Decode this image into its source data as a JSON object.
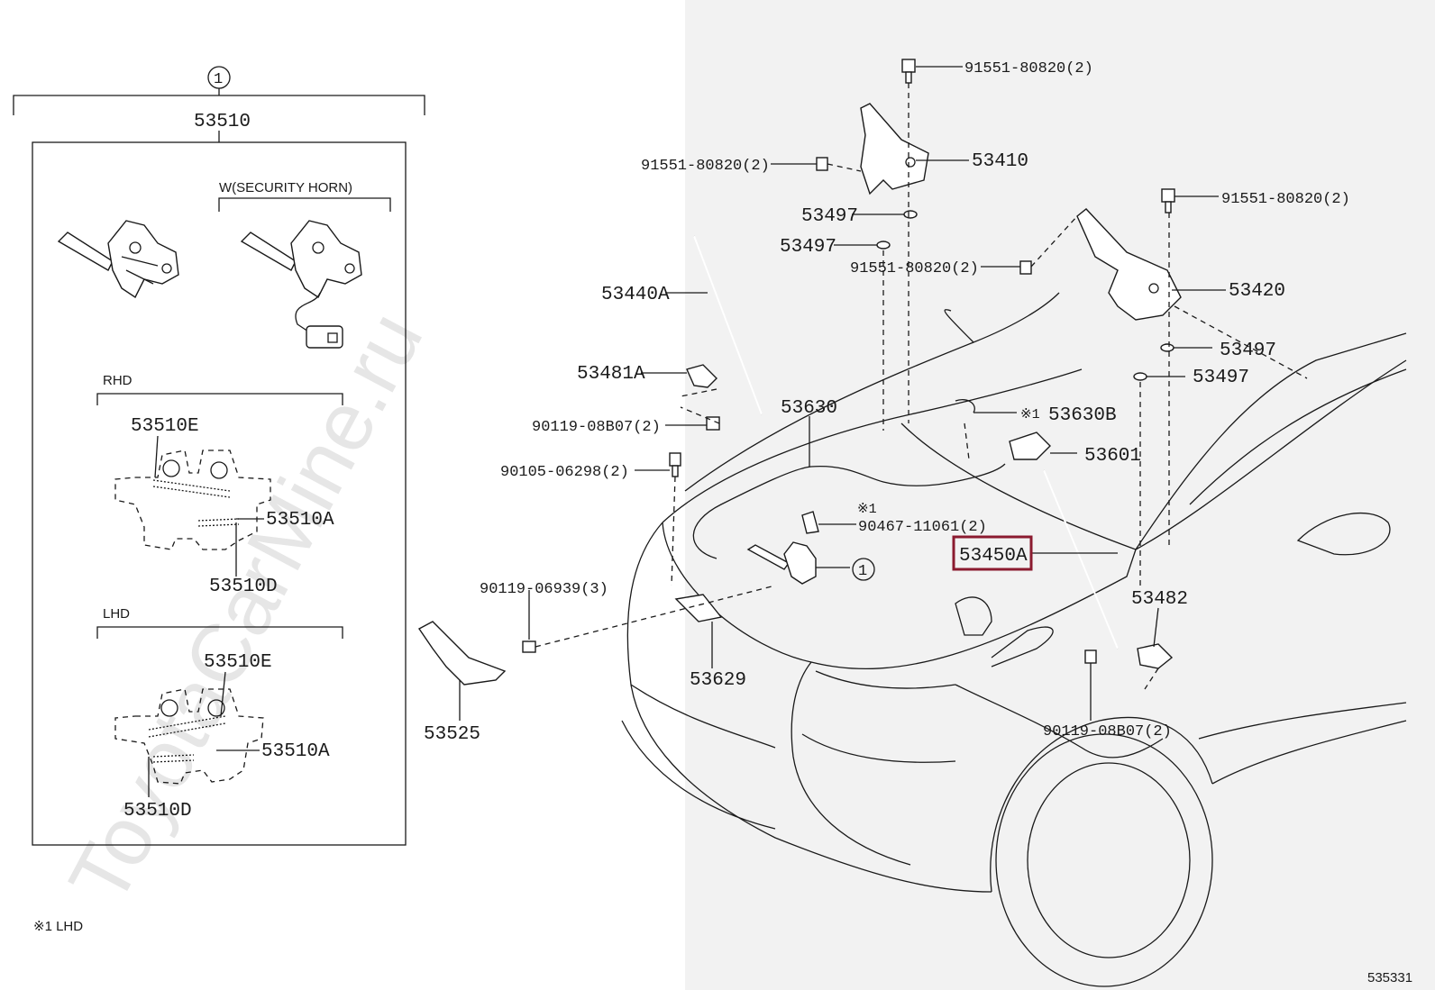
{
  "labels": {
    "circle_ref": "1",
    "p53510": "53510",
    "security_horn": "W(SECURITY HORN)",
    "rhd": "RHD",
    "lhd": "LHD",
    "p53510E_rhd": "53510E",
    "p53510A_rhd": "53510A",
    "p53510D_rhd": "53510D",
    "p53510E_lhd": "53510E",
    "p53510A_lhd": "53510A",
    "p53510D_lhd": "53510D",
    "note_lhd": "※1 LHD",
    "p91551_top": "91551-80820(2)",
    "p91551_left": "91551-80820(2)",
    "p91551_mid": "91551-80820(2)",
    "p91551_right": "91551-80820(2)",
    "p53410": "53410",
    "p53497_a": "53497",
    "p53497_b": "53497",
    "p53497_c": "53497",
    "p53497_d": "53497",
    "p53440A": "53440A",
    "p53481A": "53481A",
    "p90119_08B07_left": "90119-08B07(2)",
    "p90105": "90105-06298(2)",
    "p53630": "53630",
    "p53630B": "53630B",
    "note_mark1": "※1",
    "note_mark2": "※1",
    "p53420": "53420",
    "p53601": "53601",
    "p90467": "90467-11061(2)",
    "p53450A": "53450A",
    "p90119_06939": "90119-06939(3)",
    "circle_ref_2": "1",
    "p53482": "53482",
    "p53629": "53629",
    "p53525": "53525",
    "p90119_08B07_right": "90119-08B07(2)",
    "diagram_id": "535331",
    "watermark": "ToyotaCarMine.ru"
  },
  "colors": {
    "highlight_border": "#8b1a2f",
    "right_panel_bg": "#f2f2f2",
    "line": "#1a1a1a"
  }
}
